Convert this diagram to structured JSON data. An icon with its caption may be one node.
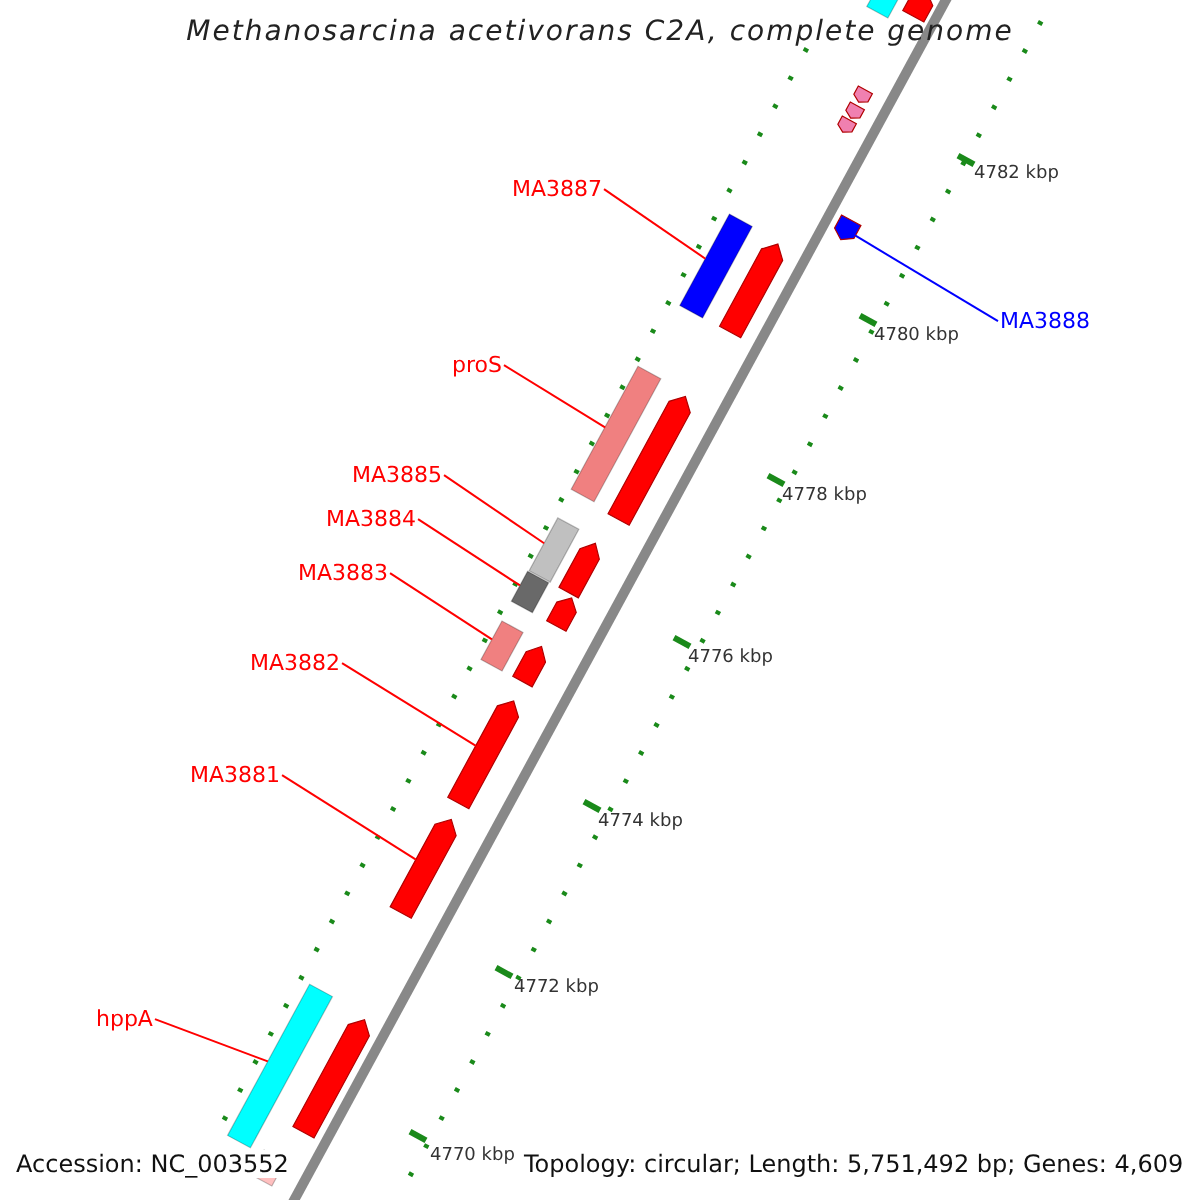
{
  "diagram": {
    "title": "Methanosarcina acetivorans C2A, complete genome",
    "nodes": [
      {
        "text": [
          "MA3887"
        ]
      },
      {
        "text": [],
        "shape": "box"
      },
      {
        "text": [
          "MA3888"
        ]
      },
      {
        "text": [],
        "shape": "arrow"
      },
      {
        "text": [
          "proS"
        ]
      },
      {
        "text": [],
        "shape": "box"
      },
      {
        "text": [
          "MA3885"
        ]
      },
      {
        "text": [],
        "shape": "box"
      },
      {
        "text": [
          "MA3884"
        ]
      },
      {
        "text": [],
        "shape": "box"
      },
      {
        "text": [
          "MA3883"
        ]
      },
      {
        "text": [],
        "shape": "box"
      },
      {
        "text": [
          "MA3882"
        ]
      },
      {
        "text": [],
        "shape": "arrow"
      },
      {
        "text": [
          "MA3881"
        ]
      },
      {
        "text": [],
        "shape": "arrow"
      },
      {
        "text": [
          "hppA"
        ]
      },
      {
        "text": [],
        "shape": "box"
      }
    ],
    "edges": [
      {
        "from": 0,
        "to": 1,
        "arrow": "none"
      },
      {
        "from": 2,
        "to": 3,
        "arrow": "none",
        "color": "#0000ff"
      },
      {
        "from": 4,
        "to": 5,
        "arrow": "none"
      },
      {
        "from": 6,
        "to": 7,
        "arrow": "none"
      },
      {
        "from": 8,
        "to": 9,
        "arrow": "none"
      },
      {
        "from": 10,
        "to": 11,
        "arrow": "none"
      },
      {
        "from": 12,
        "to": 13,
        "arrow": "none"
      },
      {
        "from": 14,
        "to": 15,
        "arrow": "none"
      },
      {
        "from": 16,
        "to": 17,
        "arrow": "none"
      }
    ],
    "labels": [
      "4782 kbp",
      "4780 kbp",
      "4778 kbp",
      "4776 kbp",
      "4774 kbp",
      "4772 kbp",
      "4770 kbp",
      "Accession: NC_003552",
      "Topology: circular; Length: 5,751,492 bp; Genes: 4,609"
    ]
  }
}
